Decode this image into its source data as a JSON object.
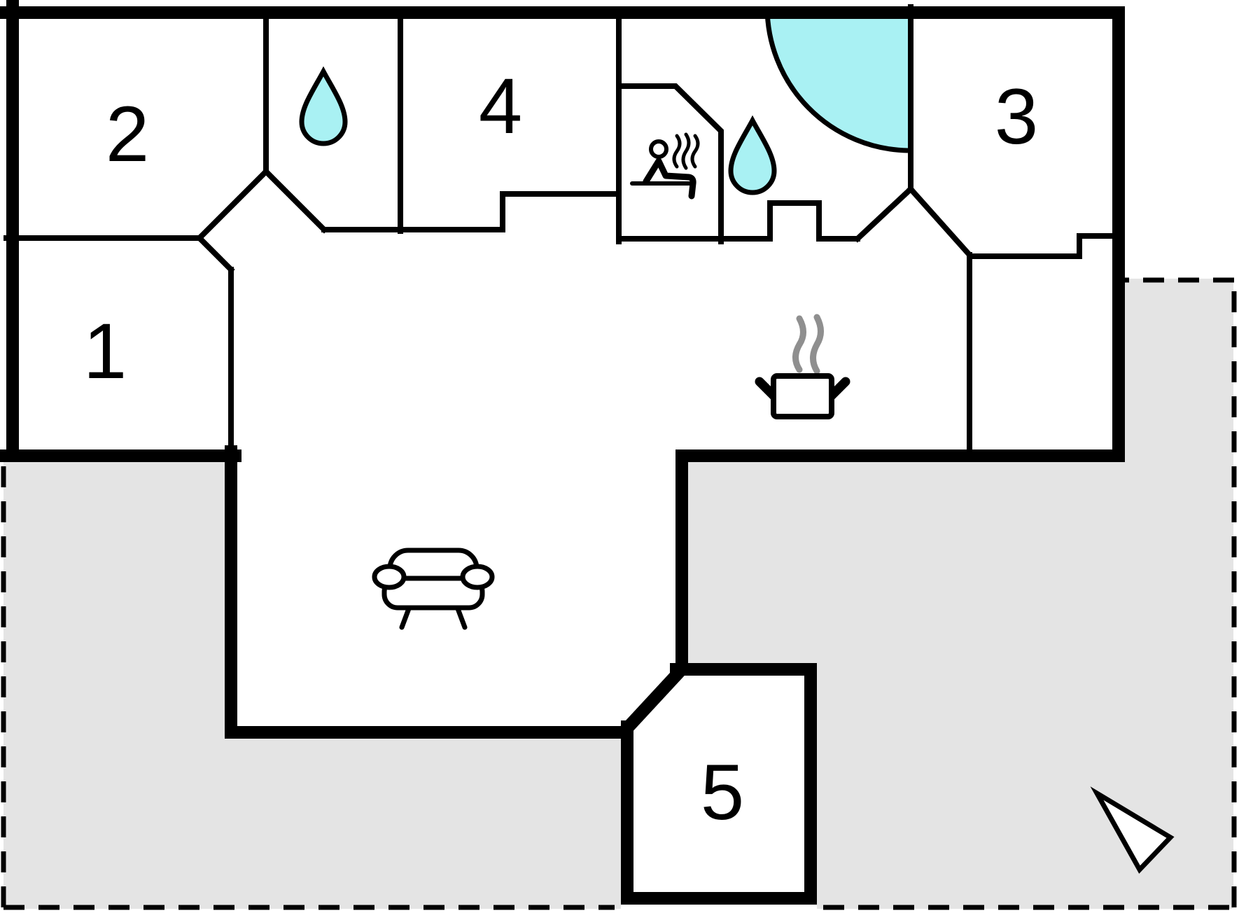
{
  "page_title": "Holiday home floor plan",
  "colors": {
    "wall": "#000000",
    "water": "#a9f1f3",
    "terrace": "#e4e4e4",
    "steam": "#8f8f8f",
    "paper": "#ffffff",
    "room_fill": "#ffffff"
  },
  "rooms": {
    "r1": {
      "label": "1"
    },
    "r2": {
      "label": "2"
    },
    "r3": {
      "label": "3"
    },
    "r4": {
      "label": "4"
    },
    "r5": {
      "label": "5"
    }
  },
  "icons": {
    "bathroom_drop": "water-drop",
    "hall_drop": "water-drop",
    "sauna": "sauna-person-with-steam",
    "corner_bath": "corner-bathtub",
    "stove": "cooking-pot-with-steam",
    "sofa": "sofa",
    "north_arrow": "north-arrow"
  }
}
